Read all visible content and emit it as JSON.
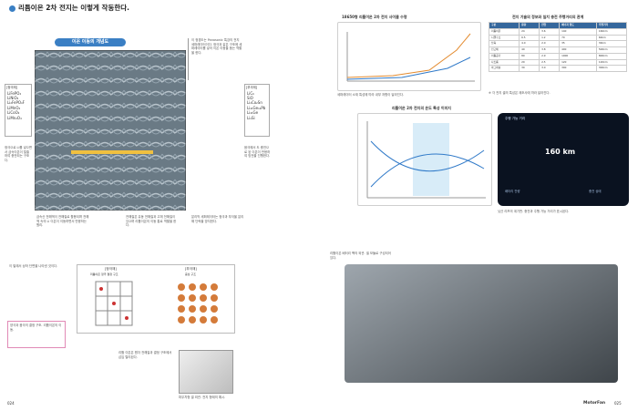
{
  "page": {
    "title": "리튬이온 2차 전지는 이렇게 작동한다.",
    "left_page": "024",
    "right_page": "025",
    "brand": "MotorFan"
  },
  "diagram": {
    "label": "이온 이동의 개념도",
    "cathode_title": "[정극재]",
    "cathode_items": [
      "LiFePO₄",
      "LiNiO₂",
      "Li₂FePO₄F",
      "LiMnO₄",
      "LiCoO₂",
      "LiMn₂O₄"
    ],
    "anode_title": "[부극재]",
    "anode_items": [
      "LiC₆",
      "SiO",
      "Li₄Co₂Sn",
      "Li₄₁Ge₁₂Pb",
      "Li₄₁Ge",
      "Li₄Si"
    ]
  },
  "captions": {
    "intro": "이 정경도는 Panasonic 특강의 전지 세퍼레이터이다. 정극과 같은 구조에 세퍼레이터를 넣어 이온 이동을 돕는 역할을 한다.",
    "left_note": "정극으로 Li를 넣으면서 금속이온이 탈출하여 충전되는 구조다.",
    "right_note": "음극에서 도 충전으로 된 이온이 반응하여 방전을 진행한다.",
    "col1": "금속산 전해액이 전해질로 활용되며 전해액 속의 Li 이온이 이동하면서 반응하는 원리.",
    "col2": "전해질은 유동 전해질과 고체 전해질이 있으며 리튬이온의 이동 통로 역할을 한다.",
    "col3": "분리막 세퍼레이터는 정극과 부극을 분리해 단락을 방지한다.",
    "col4": "이 밑에서 상하 단면을 나타낸 것이다.",
    "pink": "양극과 음극의 결정 구조. 리튬이온의 이동.",
    "bottom_left": "리튬 이온은 원자 전해질과 결정 구조에서 삽입 탈리된다.",
    "bottom_right": "파우치형 셀 외관. 전지 형태의 예시."
  },
  "crystal": {
    "title_left": "[정극재]",
    "title_right": "[부극재]",
    "sub_left": "리튬이온 정극 결정 구조",
    "sub_right": "층상 구조"
  },
  "chart1": {
    "title": "18650형 리튬이온 2차 전지 사이클 수명",
    "note": "세퍼레이터 소재 특성에 따라 내부 저항이 달라진다."
  },
  "table": {
    "title": "전지 기술의 정보와 일치 충전 주행거리의 관계",
    "headers": [
      "구분",
      "용량",
      "전압",
      "에너지 밀도",
      "주행거리"
    ],
    "rows": [
      [
        "리튬이온",
        "24",
        "3.6",
        "140",
        "160km"
      ],
      [
        "니켈수소",
        "6.5",
        "1.2",
        "70",
        "60km"
      ],
      [
        "납축",
        "4.0",
        "2.0",
        "35",
        "30km"
      ],
      [
        "전고체",
        "40",
        "3.8",
        "400",
        "500km"
      ],
      [
        "리튬공기",
        "80",
        "2.9",
        "1000",
        "800km"
      ],
      [
        "나트륨",
        "20",
        "2.5",
        "120",
        "120km"
      ],
      [
        "마그네슘",
        "30",
        "3.0",
        "300",
        "300km"
      ]
    ],
    "footnote": "※ 각 전지 셀의 특성은 제조사에 따라 달라진다."
  },
  "chart2": {
    "title": "리튬이온 2차 전지의 온도 특성 이미지"
  },
  "dashboard": {
    "header": "주행 가능 거리",
    "value": "160 km",
    "label_left": "배터리 잔량",
    "label_right": "충전 상태"
  },
  "dashboard_caption": "닛산 리프의 계기판. 충전과 주행 가능 거리가 표시된다.",
  "battery_caption": "리튬이온 배터리 팩의 외관. 셀 모듈로 구성되어 있다."
}
